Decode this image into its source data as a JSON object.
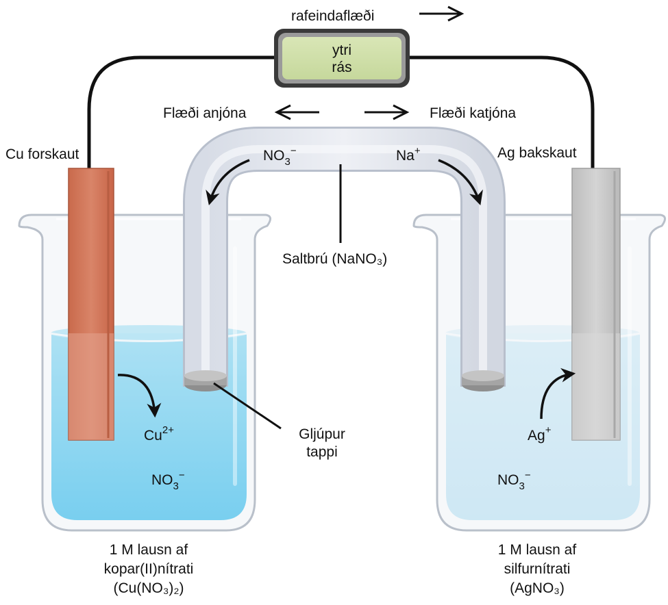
{
  "labels": {
    "electron_flow": "rafeindaflæði",
    "external_circuit_line1": "ytri",
    "external_circuit_line2": "rás",
    "anion_flow": "Flæði anjóna",
    "cation_flow": "Flæði katjóna",
    "anode": "Cu forskaut",
    "cathode": "Ag bakskaut",
    "salt_bridge": "Saltbrú (NaNO₃)",
    "bridge_anion_base": "NO",
    "bridge_anion_sub": "3",
    "bridge_anion_sup": "−",
    "bridge_cation_base": "Na",
    "bridge_cation_sup": "+",
    "porous_plug_line1": "Gljúpur",
    "porous_plug_line2": "tappi",
    "left_ion_cu_base": "Cu",
    "left_ion_cu_sup": "2+",
    "left_ion_no3_base": "NO",
    "left_ion_no3_sub": "3",
    "left_ion_no3_sup": "−",
    "right_ion_ag_base": "Ag",
    "right_ion_ag_sup": "+",
    "right_ion_no3_base": "NO",
    "right_ion_no3_sub": "3",
    "right_ion_no3_sup": "−"
  },
  "captions": {
    "left": [
      "1 M lausn af",
      "kopar(II)nítrati",
      "(Cu(NO₃)₂)"
    ],
    "right": [
      "1 M lausn af",
      "silfurnítrati",
      "(AgNO₃)"
    ]
  },
  "colors": {
    "copper": "#d2785b",
    "silver": "#c8c8c8",
    "left_solution": "#4ec8f0",
    "right_solution": "#c9e9f7",
    "circuit_box": "#cfdfa8",
    "glass": "#e3e7ec"
  }
}
